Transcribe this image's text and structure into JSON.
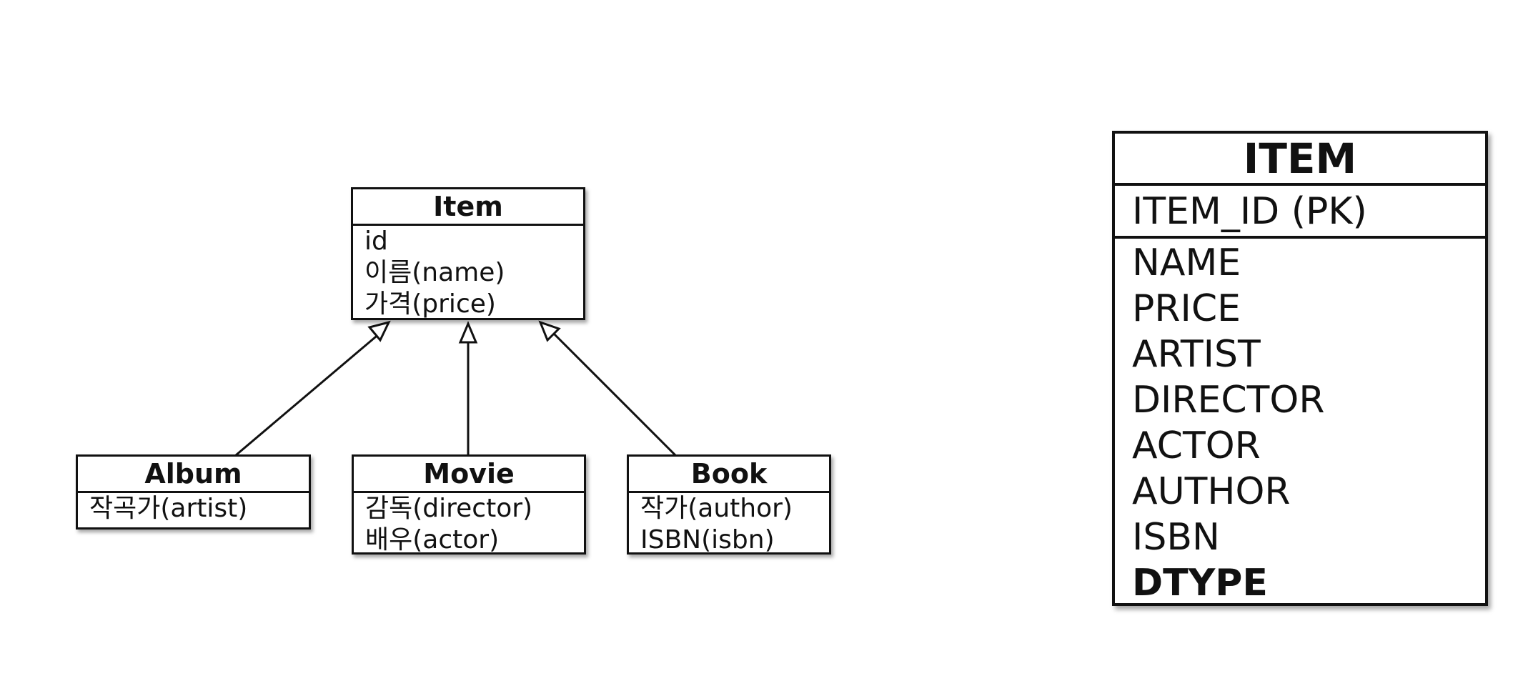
{
  "class_diagram": {
    "parent": {
      "name": "Item",
      "attributes": [
        "id",
        "이름(name)",
        "가격(price)"
      ]
    },
    "children": [
      {
        "name": "Album",
        "attributes": [
          "작곡가(artist)"
        ]
      },
      {
        "name": "Movie",
        "attributes": [
          "감독(director)",
          "배우(actor)"
        ]
      },
      {
        "name": "Book",
        "attributes": [
          "작가(author)",
          "ISBN(isbn)"
        ]
      }
    ]
  },
  "table": {
    "name": "ITEM",
    "primary_key": "ITEM_ID (PK)",
    "columns": [
      "NAME",
      "PRICE",
      "ARTIST",
      "DIRECTOR",
      "ACTOR",
      "AUTHOR",
      "ISBN"
    ],
    "discriminator_column": "DTYPE"
  }
}
